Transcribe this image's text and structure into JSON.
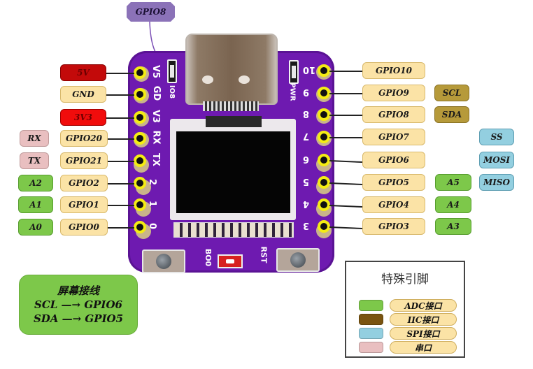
{
  "title_callout": {
    "label": "GPIO8",
    "color": "#8b72b8"
  },
  "board": {
    "color": "#6e1ab0",
    "left_silkscreen": [
      "V5",
      "GD",
      "V3",
      "RX",
      "TX",
      "2",
      "1",
      "0"
    ],
    "right_silkscreen": [
      "10",
      "9",
      "8",
      "7",
      "6",
      "5",
      "4",
      "3"
    ],
    "led_labels": {
      "left": "IO8",
      "right": "PWR"
    },
    "bottom_labels": {
      "boot": "BO0",
      "reset": "RST"
    }
  },
  "left_pins": [
    {
      "pin": "5V",
      "style": "pwr5",
      "alt": null
    },
    {
      "pin": "GND",
      "style": "gnd",
      "alt": null
    },
    {
      "pin": "3V3",
      "style": "pwr3",
      "alt": null
    },
    {
      "pin": "GPIO20",
      "style": "gpio",
      "alt": {
        "label": "RX",
        "style": "uart"
      }
    },
    {
      "pin": "GPIO21",
      "style": "gpio",
      "alt": {
        "label": "TX",
        "style": "uart"
      }
    },
    {
      "pin": "GPIO2",
      "style": "gpio",
      "alt": {
        "label": "A2",
        "style": "adc"
      }
    },
    {
      "pin": "GPIO1",
      "style": "gpio",
      "alt": {
        "label": "A1",
        "style": "adc"
      }
    },
    {
      "pin": "GPIO0",
      "style": "gpio",
      "alt": {
        "label": "A0",
        "style": "adc"
      }
    }
  ],
  "right_pins": [
    {
      "pin": "GPIO10",
      "iic": null,
      "adc": null,
      "spi": null
    },
    {
      "pin": "GPIO9",
      "iic": "SCL",
      "adc": null,
      "spi": null
    },
    {
      "pin": "GPIO8",
      "iic": "SDA",
      "adc": null,
      "spi": null
    },
    {
      "pin": "GPIO7",
      "iic": null,
      "adc": null,
      "spi": "SS"
    },
    {
      "pin": "GPIO6",
      "iic": null,
      "adc": null,
      "spi": "MOSI"
    },
    {
      "pin": "GPIO5",
      "iic": null,
      "adc": "A5",
      "spi": "MISO"
    },
    {
      "pin": "GPIO4",
      "iic": null,
      "adc": "A4",
      "spi": null
    },
    {
      "pin": "GPIO3",
      "iic": null,
      "adc": "A3",
      "spi": null
    }
  ],
  "screen_wiring": {
    "title": "屏幕接线",
    "lines": [
      "SCL —→  GPIO6",
      "SDA —→  GPIO5"
    ]
  },
  "legend": {
    "title": "特殊引脚",
    "items": [
      {
        "label": "ADC接口",
        "color": "#7dc84a"
      },
      {
        "label": "IIC接口",
        "color": "#7a5410"
      },
      {
        "label": "SPI接口",
        "color": "#93cfe0"
      },
      {
        "label": "串口",
        "color": "#e9bfc0"
      }
    ]
  }
}
